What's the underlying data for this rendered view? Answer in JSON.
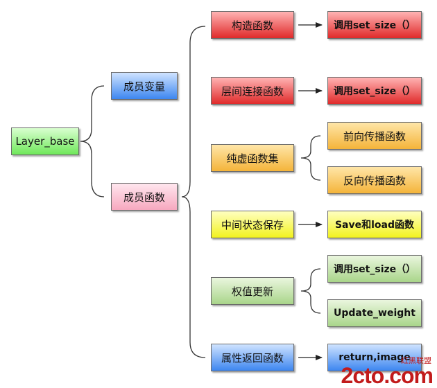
{
  "diagram": {
    "root": "Layer_base",
    "members": {
      "variables": "成员变量",
      "functions": "成员函数"
    },
    "functions": [
      {
        "name": "构造函数",
        "children": [
          "调用set_size（）"
        ]
      },
      {
        "name": "层间连接函数",
        "children": [
          "调用set_size（）"
        ]
      },
      {
        "name": "纯虚函数集",
        "children": [
          "前向传播函数",
          "反向传播函数"
        ]
      },
      {
        "name": "中间状态保存",
        "children": [
          "Save和load函数"
        ]
      },
      {
        "name": "权值更新",
        "children": [
          "调用set_size（）",
          "Update_weight"
        ]
      },
      {
        "name": "属性返回函数",
        "children": [
          "return,image"
        ]
      }
    ]
  },
  "watermark": {
    "logo": "2cto.com",
    "tagline": "红黑联盟"
  }
}
